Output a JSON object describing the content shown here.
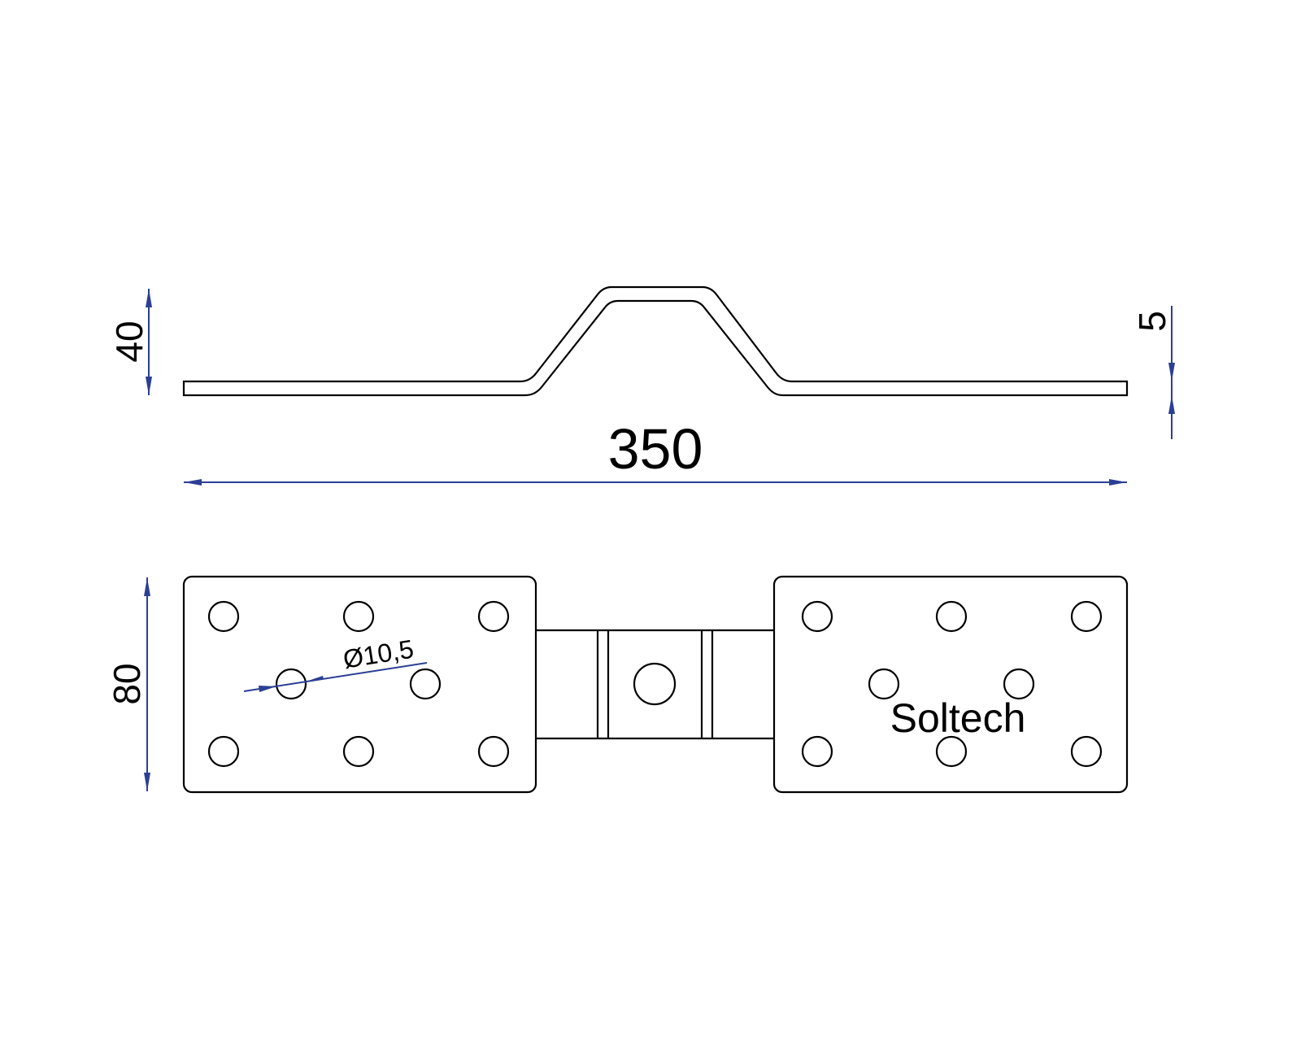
{
  "drawing": {
    "brand_label": "Soltech",
    "dimensions": {
      "length": "350",
      "bend_height": "40",
      "thickness": "5",
      "width": "80",
      "hole_diameter": "Ø10,5"
    }
  },
  "colors": {
    "outline": "#000000",
    "dimension": "#2b3f94",
    "background": "#ffffff"
  }
}
